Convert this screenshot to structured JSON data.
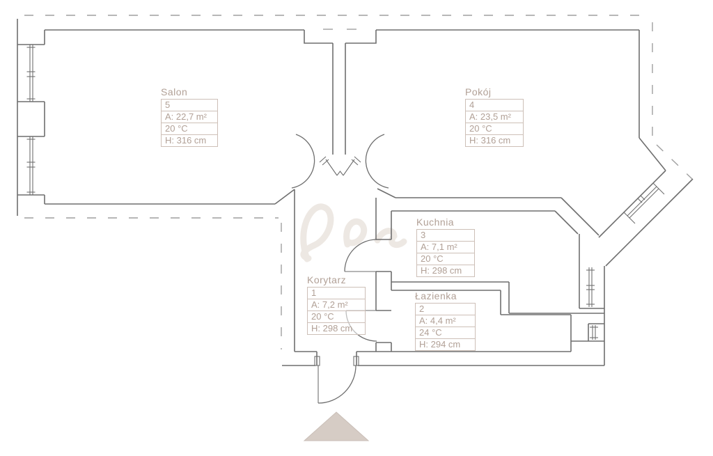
{
  "plan": {
    "rooms": [
      {
        "name": "Salon",
        "number": "5",
        "area": "A: 22,7 m²",
        "temp": "20 °C",
        "height": "H: 316 cm"
      },
      {
        "name": "Pokój",
        "number": "4",
        "area": "A: 23,5 m²",
        "temp": "20 °C",
        "height": "H: 316 cm"
      },
      {
        "name": "Kuchnia",
        "number": "3",
        "area": "A: 7,1 m²",
        "temp": "20 °C",
        "height": "H: 298 cm"
      },
      {
        "name": "Korytarz",
        "number": "1",
        "area": "A: 7,2 m²",
        "temp": "20 °C",
        "height": "H: 298 cm"
      },
      {
        "name": "Łazienka",
        "number": "2",
        "area": "A: 4,4 m²",
        "temp": "24 °C",
        "height": "H: 294 cm"
      }
    ],
    "colors": {
      "wall": "#6e6e6e",
      "boundary_dash": "#9f9f9f",
      "label_text": "#b1a096",
      "label_border": "#cdbfb7",
      "watermark": "#ece6e1",
      "north_arrow_fill": "#d6ccc5",
      "north_arrow_edge": "#c9beb7"
    }
  }
}
